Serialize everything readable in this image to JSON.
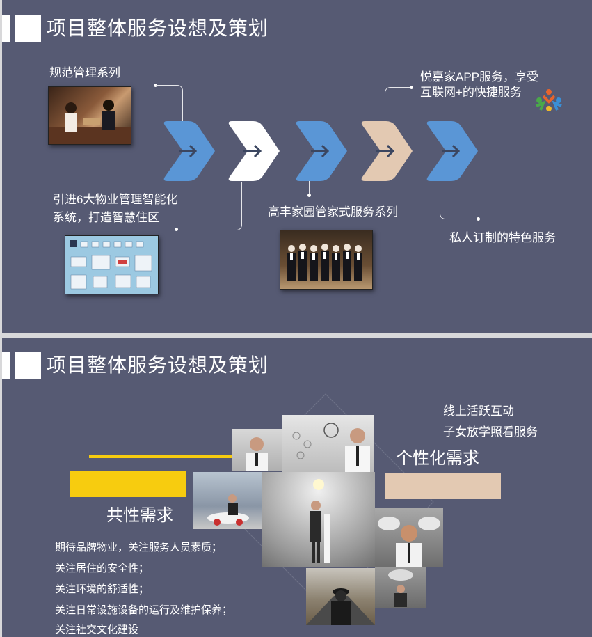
{
  "slide1": {
    "title": "项目整体服务设想及策划",
    "labels": {
      "standard_service": "规范管理系列",
      "smart_system_line1": "引进6大物业管理智能化",
      "smart_system_line2": "系统，打造智慧住区",
      "butler_service": "高丰家园管家式服务系列",
      "app_line1": "悦嘉家APP服务，享受",
      "app_line2": "互联网+的快捷服务",
      "custom_service": "私人订制的特色服务"
    },
    "chevron_colors": [
      "#5a96d6",
      "#ffffff",
      "#5a96d6",
      "#e3c9b2",
      "#5a96d6"
    ],
    "photos": [
      "reception-desk-photo",
      "smart-system-screen-photo",
      "butler-staff-group-photo"
    ],
    "logo": "app-people-logo"
  },
  "slide2": {
    "title": "项目整体服务设想及策划",
    "common_needs_label": "共性需求",
    "personal_needs_label": "个性化需求",
    "personal_items": [
      "线上活跃互动",
      "子女放学照看服务"
    ],
    "common_items": [
      "期待品牌物业，关注服务人员素质；",
      "关注居住的安全性；",
      "关注环境的舒适性；",
      "关注日常设施设备的运行及维护保养；",
      "关注社交文化建设"
    ],
    "colors": {
      "yellow": "#f7cc0f",
      "beige": "#e3c9b2"
    }
  }
}
